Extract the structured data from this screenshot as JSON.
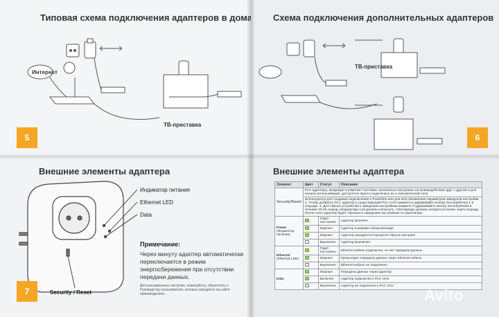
{
  "pages": {
    "p5": {
      "title": "Типовая схема подключения адаптеров в домашних условиях",
      "number": "5",
      "internet": "Интернет",
      "tv": "ТВ-приставка"
    },
    "p6": {
      "title": "Схема подключения дополнительных адаптеров",
      "number": "6",
      "tv": "ТВ-приставка"
    },
    "p7": {
      "title": "Внешние элементы адаптера",
      "number": "7",
      "callouts": [
        "Индикатор питания",
        "Ethernet LED",
        "Data",
        "Security / Reset"
      ],
      "note_title": "Примечание:",
      "note_body": "Через минуту адаптер автоматически переключается в режим энергосбережения при отсутствии передачи данных.",
      "fine": "Для расширенных настроек, пожалуйста, обратитесь к Руководству пользователя, которое находится на сайте производителя."
    },
    "p8": {
      "title": "Внешние элементы адаптера"
    }
  },
  "table": {
    "headers": [
      "Элемент",
      "Цвет",
      "Статус",
      "Описание"
    ],
    "intro": "PLC адаптеры, входящие в комплект поставки, изначально настроены на взаимодействие друг с другом и для начала использования, достаточно просто подключить их к электрической сети.",
    "security_label": "Security/Reset",
    "security_text": "Используется для создания подключения к Powerline или для восстановления параметров заводской настройки. 1. Чтобы добавить PLC адаптер к существующей PLC сети нажмите и удерживайте кнопку Security/Reset 1-3 секунды. 2. Для сброса устройства к заводским настройкам нажмите и удерживайте кнопку Security/Reset в течение 10-15 секунд. Индикаторы Led должны погаснуть. Светодиоды должны загореться вновь через секунду. После этого адаптер будет сброшен к заводским настройкам по умолчанию.",
    "power_label": "Power",
    "power_sub": "(Индикатор питания)",
    "power_rows": [
      {
        "status": "Горит постоянно",
        "desc": "Адаптер включен",
        "on": true
      },
      {
        "status": "Моргает",
        "desc": "Адаптер в режиме синхронизации",
        "on": true
      },
      {
        "status": "Моргает",
        "desc": "Адаптер находится в процессе сброса настроек",
        "on": true
      },
      {
        "status": "Выключен",
        "desc": "Адаптер выключен",
        "on": false
      }
    ],
    "eth_label": "Ethernet",
    "eth_sub": "(Ethernet LED)",
    "eth_rows": [
      {
        "status": "Горит постоянно",
        "desc": "Ethernet кабель подключен, но нет передачи данных",
        "on": true
      },
      {
        "status": "Моргает",
        "desc": "Происходит передача данных через Ethernet кабель",
        "on": true
      },
      {
        "status": "Выключен",
        "desc": "Ethernet кабель не подключен",
        "on": false
      }
    ],
    "data_label": "Data",
    "data_rows": [
      {
        "status": "Моргает",
        "desc": "Передача данных через адаптер",
        "on": true
      },
      {
        "status": "Включен",
        "desc": "Адаптер подключен к PLC сети",
        "on": true
      },
      {
        "status": "Выключен",
        "desc": "Адаптер не подключен к PLC сети",
        "on": false
      }
    ]
  },
  "watermark": "Avito"
}
